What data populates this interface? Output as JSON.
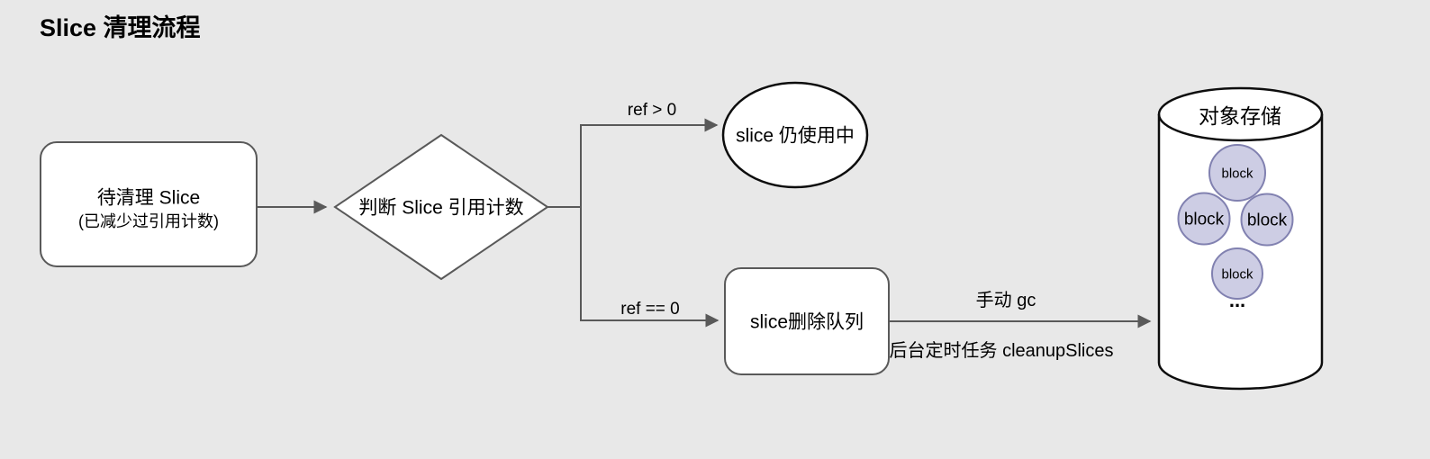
{
  "title": "Slice 清理流程",
  "colors": {
    "background": "#E8E8E8",
    "node_fill": "#FFFFFF",
    "node_stroke": "#595959",
    "emphasis_stroke": "#0D0D0D",
    "edge": "#595959",
    "block_fill": "#CDCDE4",
    "block_stroke": "#8181B0",
    "text": "#000000"
  },
  "nodes": {
    "pending": {
      "line1": "待清理 Slice",
      "line2": "(已减少过引用计数)"
    },
    "decision": {
      "label": "判断 Slice 引用计数"
    },
    "in_use": {
      "label": "slice 仍使用中"
    },
    "delete_queue": {
      "label": "slice删除队列"
    },
    "storage": {
      "label": "对象存储",
      "blocks": [
        "block",
        "block",
        "block",
        "block"
      ],
      "ellipsis": "..."
    }
  },
  "edges": {
    "ref_positive": "ref > 0",
    "ref_zero": "ref == 0",
    "manual_gc": "手动 gc",
    "background_task": "后台定时任务 cleanupSlices"
  }
}
